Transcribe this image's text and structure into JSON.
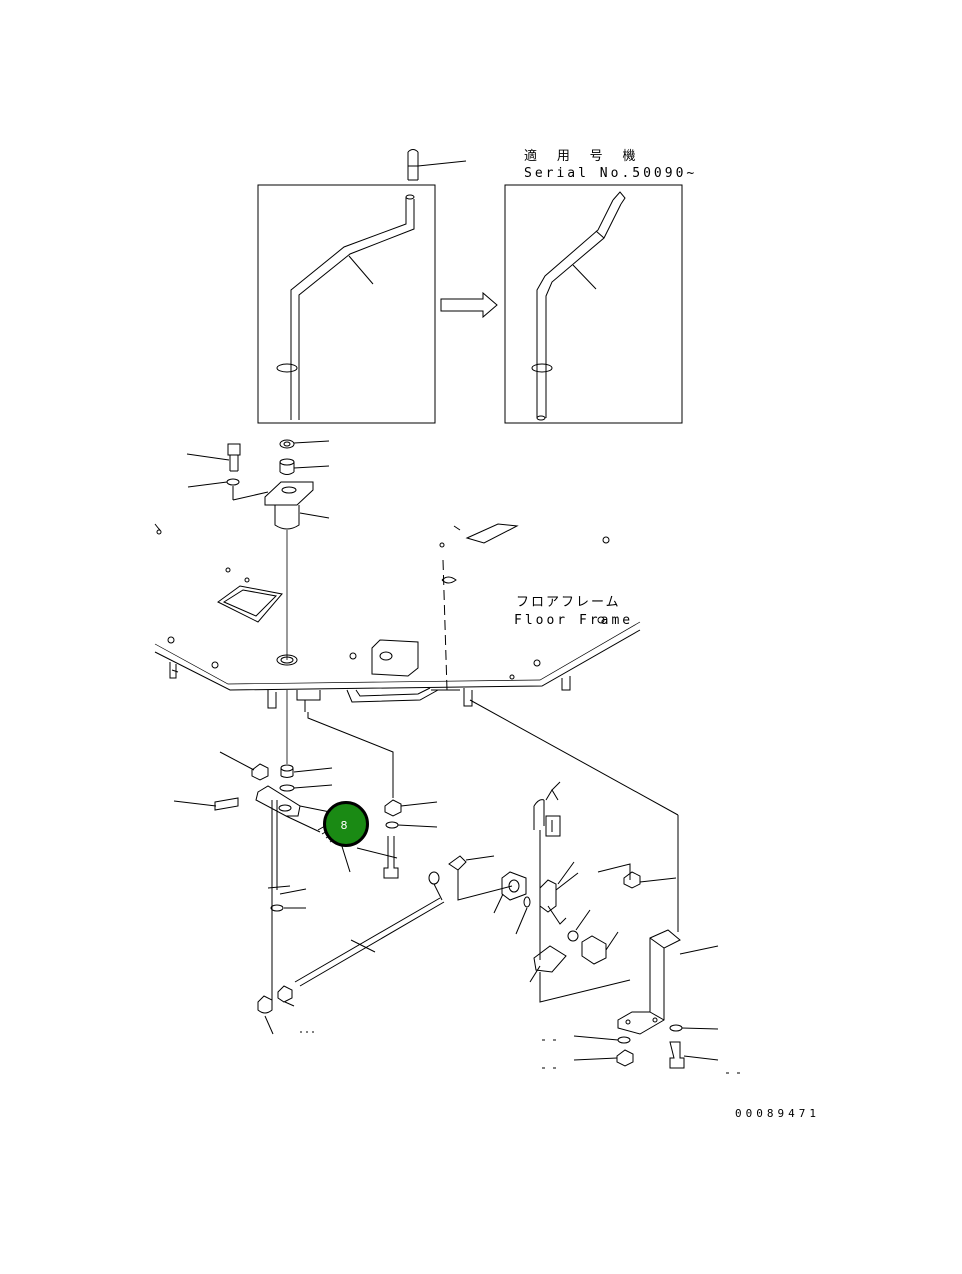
{
  "serial_label": {
    "jp": "適 用 号 機",
    "en": "Serial No.50090~"
  },
  "floor_frame_label": {
    "jp": "フロアフレーム",
    "en": "Floor Frame"
  },
  "callout": {
    "number": "8",
    "color": "#1a8a14"
  },
  "drawing_number": "00089471"
}
